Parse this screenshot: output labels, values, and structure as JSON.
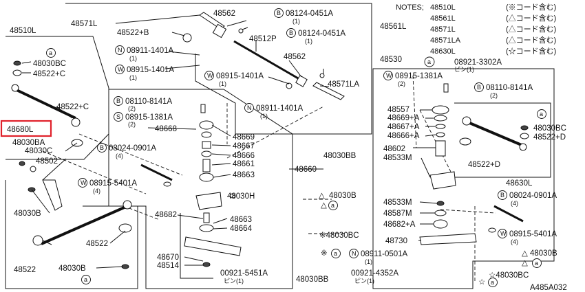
{
  "notes": {
    "header": "NOTES;",
    "lines": [
      {
        "part": "48510L",
        "remark": "(※コード含む)"
      },
      {
        "part": "48561L",
        "remark": "(△コード含む)"
      },
      {
        "part": "48571L",
        "remark": "(△コード含む)"
      },
      {
        "part": "48571LA",
        "remark": "(△コード含む)"
      },
      {
        "part": "48630L",
        "remark": "(☆コード含む)"
      }
    ]
  },
  "circle_symbol": "a",
  "circle_a_note": {
    "code": "08921-3302A",
    "sub": "ピン(1)"
  },
  "labels": {
    "48510L": "48510L",
    "48561L": "48561L",
    "48571L": "48571L",
    "48562_top": "48562",
    "48522B": "48522+B",
    "48512P": "48512P",
    "48562_mid": "48562",
    "48571LA": "48571LA",
    "48530": "48530",
    "48030BC_l": "48030BC",
    "48522C_1": "48522+C",
    "48522C_2": "48522+C",
    "48680L": "48680L",
    "48030BA": "48030BA",
    "48030C": "48030C",
    "48502": "48502",
    "48030B_l": "48030B",
    "48522_l1": "48522",
    "48522_l2": "48522",
    "48030B_l2": "48030B",
    "48668": "48668",
    "48669": "48669",
    "48667": "48667",
    "48666": "48666",
    "48661": "48661",
    "48663": "48663",
    "48660": "48660",
    "48030H": "48030H",
    "48682": "48682",
    "48663b": "48663",
    "48664": "48664",
    "48670": "48670",
    "48514": "48514",
    "48030BB_1": "48030BB",
    "48030B_c1": "48030B",
    "48030BC_c": "※48030BC",
    "48030BB_2": "48030BB",
    "48557": "48557",
    "48669A": "48669+A",
    "48667A": "48667+A",
    "48666A": "48666+A",
    "48602": "48602",
    "48533M": "48533M",
    "48533M_2": "48533M",
    "48587M": "48587M",
    "48682A": "48682+A",
    "48730": "48730",
    "48030BC_r": "48030BC",
    "48522D_1": "48522+D",
    "48522D_2": "48522+D",
    "48630L": "48630L",
    "48030B_r": "48030B",
    "48030BC_r2": "☆48030BC",
    "ref": "A485A032"
  },
  "fasteners": [
    {
      "sym": "B",
      "code": "08124-0451A",
      "qty": "(1)"
    },
    {
      "sym": "B",
      "code": "08124-0451A",
      "qty": "(1)"
    },
    {
      "sym": "N",
      "code": "08911-1401A",
      "qty": "(1)"
    },
    {
      "sym": "W",
      "code": "08915-1401A",
      "qty": "(1)"
    },
    {
      "sym": "W",
      "code": "08915-1401A",
      "qty": "(1)"
    },
    {
      "sym": "N",
      "code": "08911-1401A",
      "qty": "(1)"
    },
    {
      "sym": "B",
      "code": "08110-8141A",
      "qty": "(2)"
    },
    {
      "sym": "S",
      "code": "08915-1381A",
      "qty": "(2)"
    },
    {
      "sym": "B",
      "code": "08024-0901A",
      "qty": "(4)"
    },
    {
      "sym": "W",
      "code": "08915-5401A",
      "qty": "(4)"
    },
    {
      "sym": "W",
      "code": "08915-1381A",
      "qty": "(2)"
    },
    {
      "sym": "B",
      "code": "08110-8141A",
      "qty": "(2)"
    },
    {
      "sym": "B",
      "code": "08024-0901A",
      "qty": "(4)"
    },
    {
      "sym": "W",
      "code": "08915-5401A",
      "qty": "(4)"
    },
    {
      "sym": "N",
      "code": "08911-0501A",
      "qty": "(1)"
    },
    {
      "code": "00921-4352A",
      "qty": "ピン(1)"
    },
    {
      "code": "00921-5451A",
      "qty": "ピン(1)"
    }
  ],
  "marks": {
    "triangle": "△",
    "star": "☆",
    "asterisk": "※"
  },
  "highlight_color": "#e0202a"
}
